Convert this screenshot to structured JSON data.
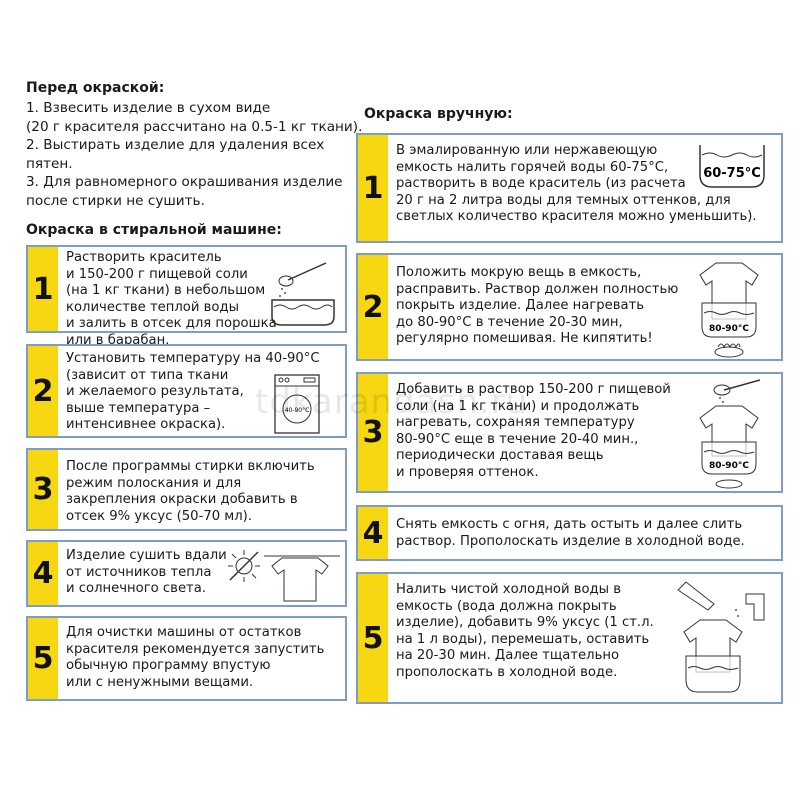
{
  "before": {
    "title": "Перед окраской:",
    "lines": [
      "1. Взвесить изделие в сухом виде",
      "(20 г красителя рассчитано на 0.5-1 кг ткани).",
      "2. Выстирать изделие для удаления всех",
      "пятен.",
      "3. Для равномерного окрашивания изделие",
      "после стирки не сушить."
    ]
  },
  "machine": {
    "title": "Окраска в стиральной машине:",
    "steps": [
      {
        "num": "1",
        "text": "Растворить краситель\nи 150-200 г пищевой соли\n(на 1 кг ткани) в небольшом\nколичестве теплой воды\nи залить в отсек для порошка\nили в барабан."
      },
      {
        "num": "2",
        "text": "Установить температуру на 40-90°С\n(зависит от типа ткани\nи желаемого результата,\nвыше температура –\nинтенсивнее окраска).",
        "icon_label": "40-90°С"
      },
      {
        "num": "3",
        "text": "После программы стирки включить\nрежим полоскания и для\nзакрепления окраски добавить в\nотсек 9% уксус (50-70 мл)."
      },
      {
        "num": "4",
        "text": "Изделие сушить вдали\nот источников тепла\nи солнечного света."
      },
      {
        "num": "5",
        "text": "Для очистки машины от остатков\nкрасителя рекомендуется запустить\nобычную программу впустую\nили с ненужными вещами."
      }
    ]
  },
  "manual": {
    "title": "Окраска вручную:",
    "steps": [
      {
        "num": "1",
        "text": "В эмалированную или нержавеющую\nемкость налить горячей воды 60-75°С,\nрастворить в воде краситель (из расчета\n20 г на 2 литра воды для темных оттенков, для\nсветлых количество красителя можно уменьшить).",
        "icon_label": "60-75°C"
      },
      {
        "num": "2",
        "text": "Положить мокрую вещь в емкость,\nрасправить. Раствор должен полностью\nпокрыть изделие. Далее нагревать\nдо 80-90°С в течение 20-30 мин,\nрегулярно помешивая. Не кипятить!",
        "icon_label": "80-90°C"
      },
      {
        "num": "3",
        "text": "Добавить в раствор 150-200 г пищевой\nсоли (на 1 кг ткани) и продолжать\nнагревать, сохраняя температуру\n80-90°С еще в течение 20-40 мин.,\nпериодически доставая вещь\nи проверяя оттенок.",
        "icon_label": "80-90°C"
      },
      {
        "num": "4",
        "text": "Снять емкость с огня, дать остыть и далее слить\nраствор. Прополоскать изделие в холодной воде."
      },
      {
        "num": "5",
        "text": "Налить чистой холодной воды в\nемкость (вода должна покрыть\nизделие), добавить 9% уксус (1 ст.л.\nна 1 л воды), перемешать, оставить\nна 20-30 мин. Далее тщательно\nпрополоскать в холодной воде."
      }
    ]
  },
  "watermark": "tdkarandash.ru",
  "colors": {
    "accent": "#f6d711",
    "border": "#7d9dc4"
  }
}
